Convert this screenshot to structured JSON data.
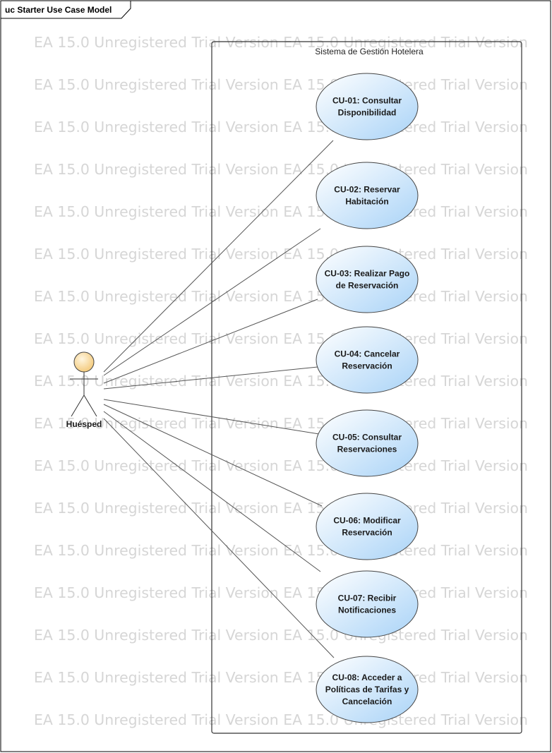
{
  "frame": {
    "title": "uc Starter Use Case Model"
  },
  "boundary": {
    "title": "Sistema de Gestión Hotelera"
  },
  "actor": {
    "name": "Huésped"
  },
  "watermark": {
    "text": "EA 15.0 Unregistered Trial Version EA 15.0 Unregistered Trial Version"
  },
  "use_cases": [
    {
      "id": "CU-01",
      "lines": [
        "CU-01: Consultar",
        "Disponibilidad"
      ]
    },
    {
      "id": "CU-02",
      "lines": [
        "CU-02: Reservar",
        "Habitación"
      ]
    },
    {
      "id": "CU-03",
      "lines": [
        "CU-03: Realizar Pago",
        "de Reservación"
      ]
    },
    {
      "id": "CU-04",
      "lines": [
        "CU-04: Cancelar",
        "Reservación"
      ]
    },
    {
      "id": "CU-05",
      "lines": [
        "CU-05: Consultar",
        "Reservaciones"
      ]
    },
    {
      "id": "CU-06",
      "lines": [
        "CU-06: Modificar",
        "Reservación"
      ]
    },
    {
      "id": "CU-07",
      "lines": [
        "CU-07: Recibir",
        "Notificaciones"
      ]
    },
    {
      "id": "CU-08",
      "lines": [
        "CU-08: Acceder a",
        "Políticas de Tarifas y",
        "Cancelación"
      ]
    }
  ],
  "colors": {
    "use_case_fill_start": "#ffffff",
    "use_case_fill_end": "#a9d3f7",
    "actor_head_fill": "#fde4ad",
    "line": "#555555",
    "watermark": "#d6d6d6"
  }
}
